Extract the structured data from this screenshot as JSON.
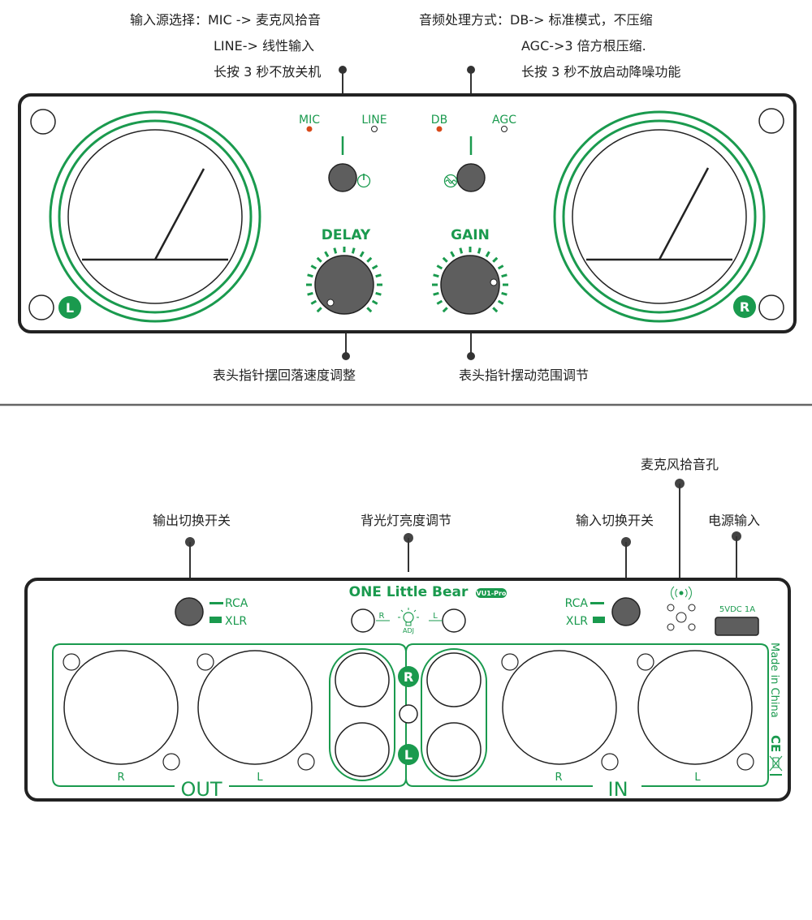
{
  "colors": {
    "accent": "#1a9a4e",
    "led": "#d94a1a",
    "panel_outline": "#222222",
    "knob": "#5e5e5e",
    "divider": "#666666"
  },
  "front": {
    "input_callout": {
      "line1": "输入源选择：MIC -> 麦克风拾音",
      "line2": "LINE-> 线性输入",
      "line3": "长按 3 秒不放关机"
    },
    "process_callout": {
      "line1": "音频处理方式：DB-> 标准模式，不压缩",
      "line2": "AGC->3 倍方根压缩.",
      "line3": "长按 3 秒不放启动降噪功能"
    },
    "labels": {
      "mic": "MIC",
      "line": "LINE",
      "db": "DB",
      "agc": "AGC",
      "delay": "DELAY",
      "gain": "GAIN"
    },
    "meter_badges": {
      "left": "L",
      "right": "R"
    },
    "bottom_callouts": {
      "delay": "表头指针摆回落速度调整",
      "gain": "表头指针摆动范围调节"
    },
    "icons": {
      "power": "power-icon",
      "noise": "noise-reduction-icon"
    }
  },
  "rear": {
    "callouts": {
      "output_switch": "输出切换开关",
      "backlight": "背光灯亮度调节",
      "input_switch": "输入切换开关",
      "mic_hole": "麦克风拾音孔",
      "power_input": "电源输入"
    },
    "brand": "ONE Little Bear",
    "model_badge": "VU1-Pro",
    "switch_labels": {
      "out_rca": "RCA",
      "out_xlr": "XLR",
      "in_rca": "RCA",
      "in_xlr": "XLR"
    },
    "adj": {
      "left_r": "R",
      "adj": "ADJ",
      "right_l": "L"
    },
    "xlr_labels": {
      "out_r": "R",
      "out_l": "L",
      "in_r": "R",
      "in_l": "L"
    },
    "section_labels": {
      "out": "OUT",
      "in": "IN"
    },
    "rca_badges": {
      "r": "R",
      "l": "L"
    },
    "power_label": "5VDC 1A",
    "made_in": "Made in China",
    "ce": "CE",
    "icons": {
      "mic": "microphone-icon",
      "bulb": "bulb-icon",
      "weee": "weee-icon"
    }
  }
}
